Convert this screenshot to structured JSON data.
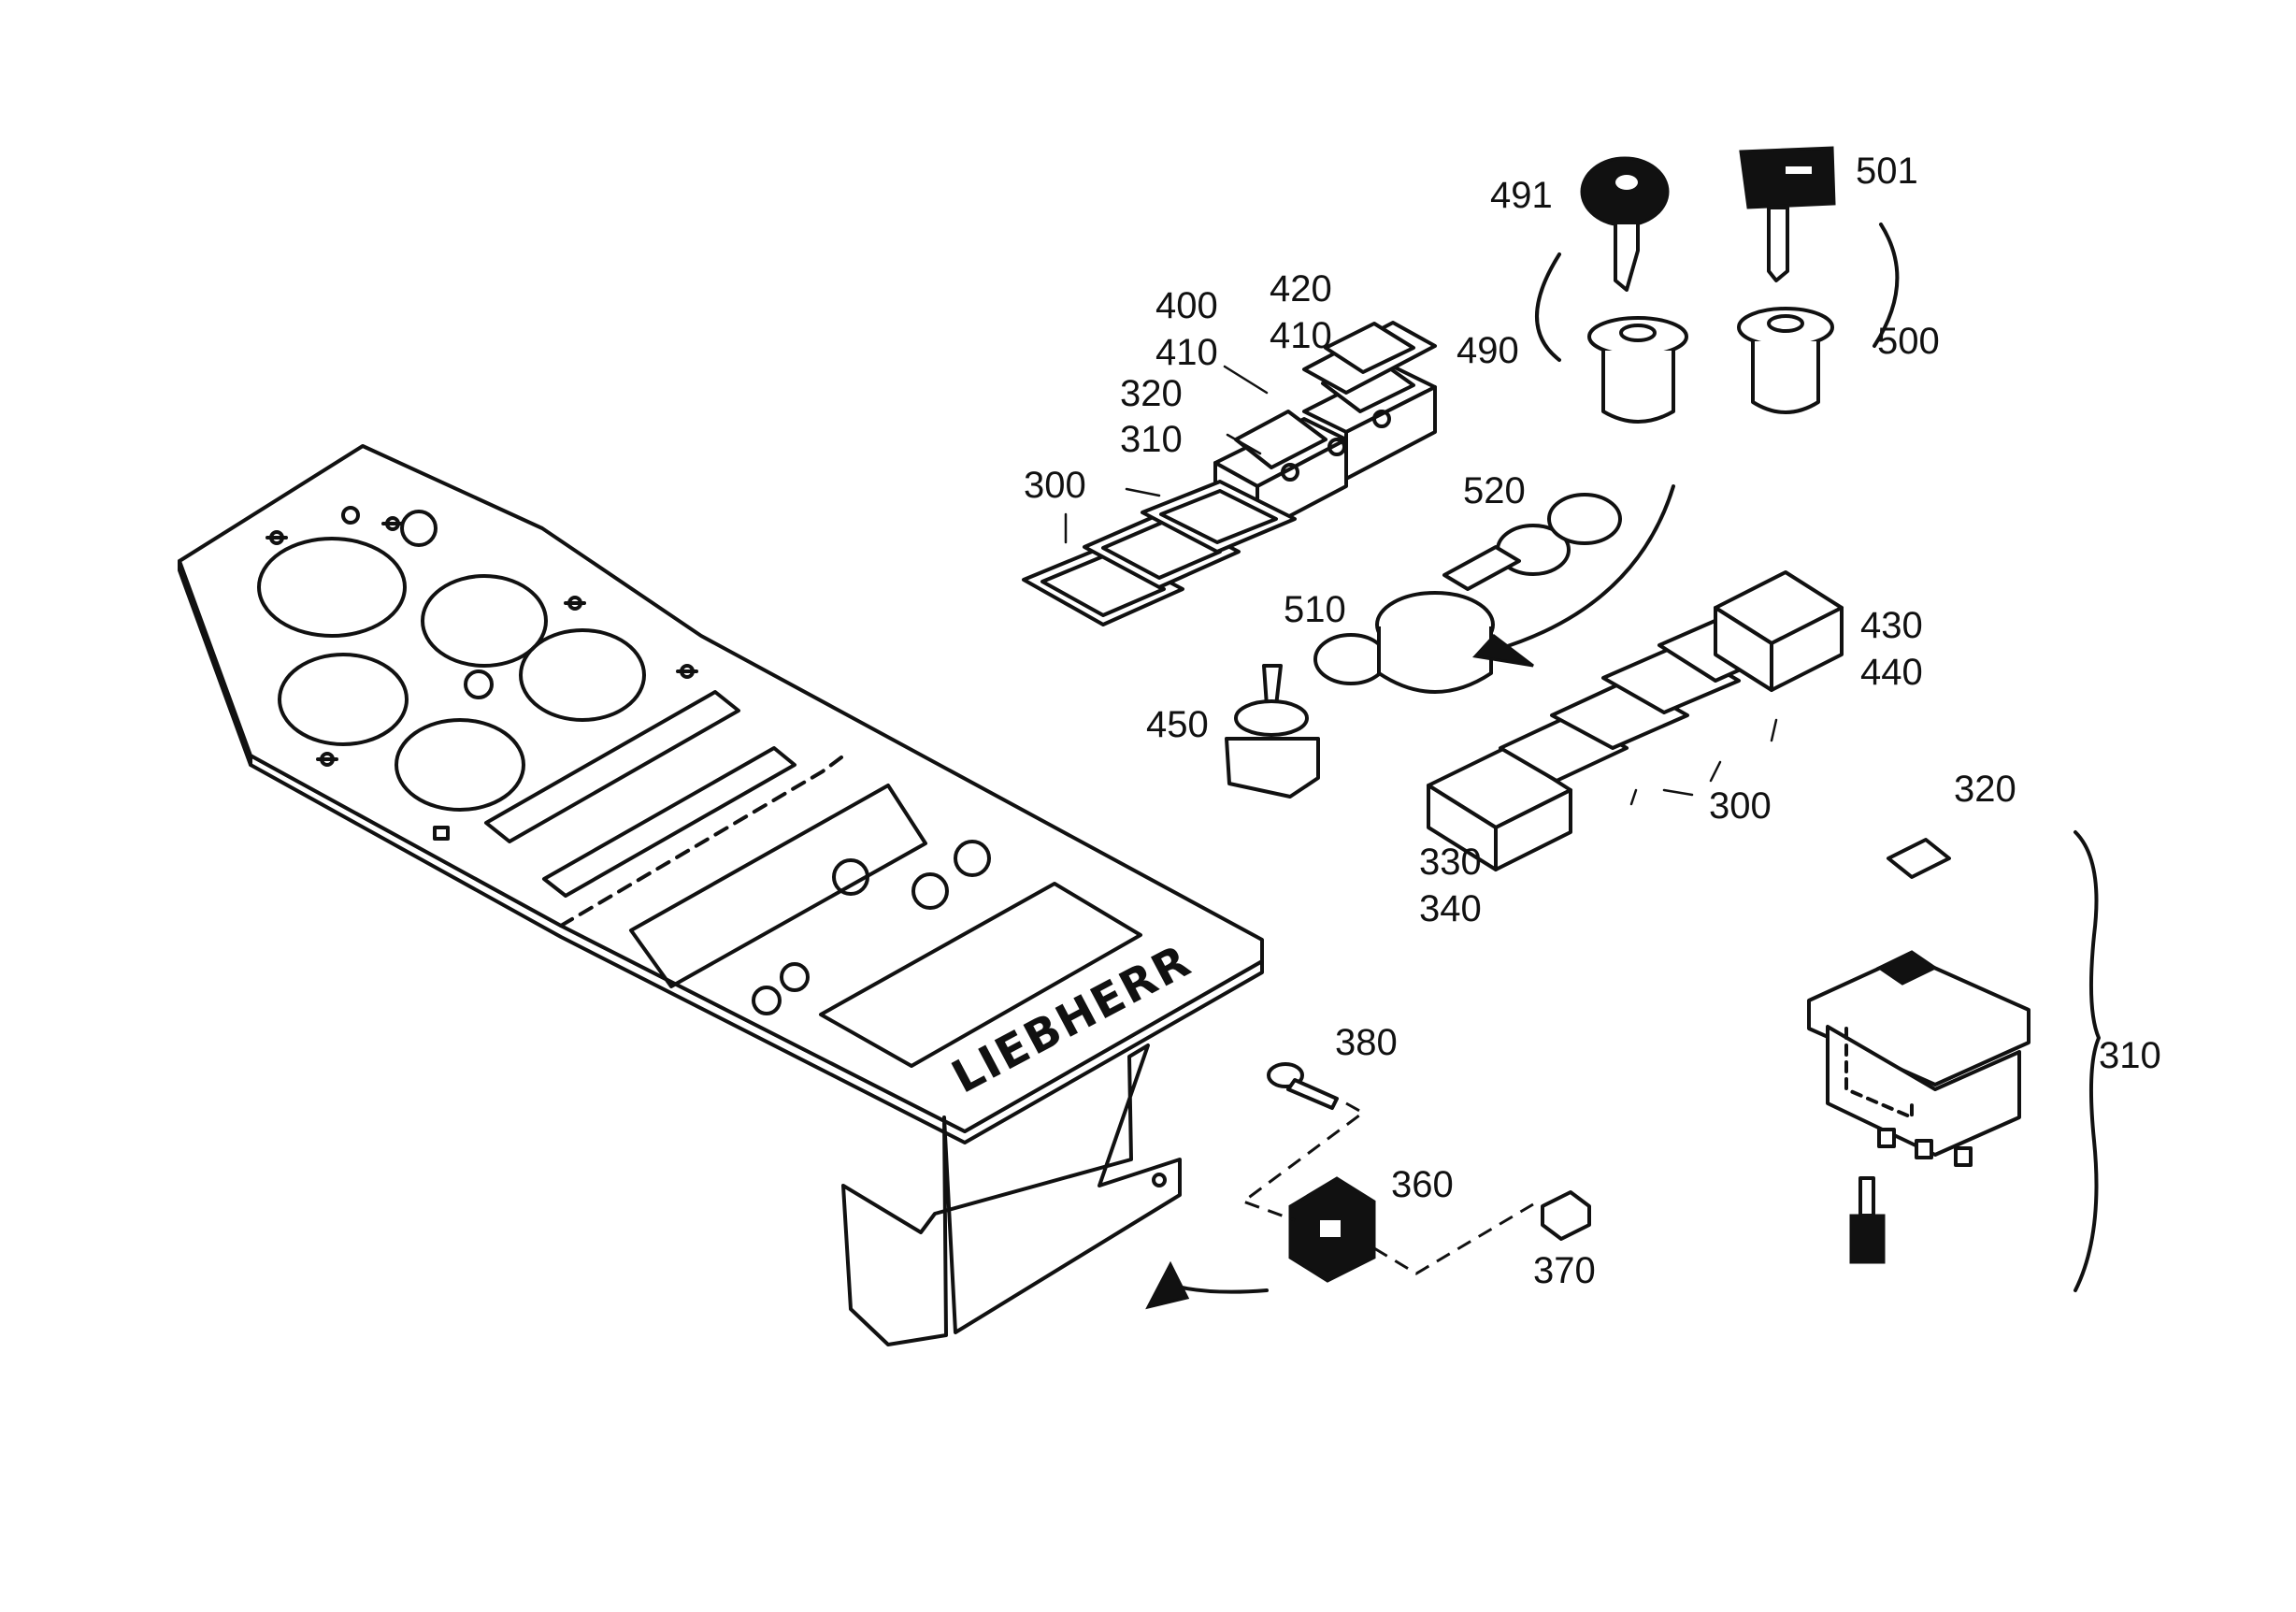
{
  "labels": {
    "p300a": "300",
    "p310a": "310",
    "p320a": "320",
    "p400": "400",
    "p410a": "410",
    "p420": "420",
    "p410b": "410",
    "p491": "491",
    "p501": "501",
    "p490": "490",
    "p500": "500",
    "p520": "520",
    "p510": "510",
    "p450": "450",
    "p430": "430",
    "p440": "440",
    "p300b": "300",
    "p330": "330",
    "p340": "340",
    "p320b": "320",
    "p310b": "310",
    "p380": "380",
    "p360": "360",
    "p370": "370"
  },
  "panel_logo": "LIEBHERR",
  "colors": {
    "ink": "#111111",
    "paper": "#ffffff"
  }
}
